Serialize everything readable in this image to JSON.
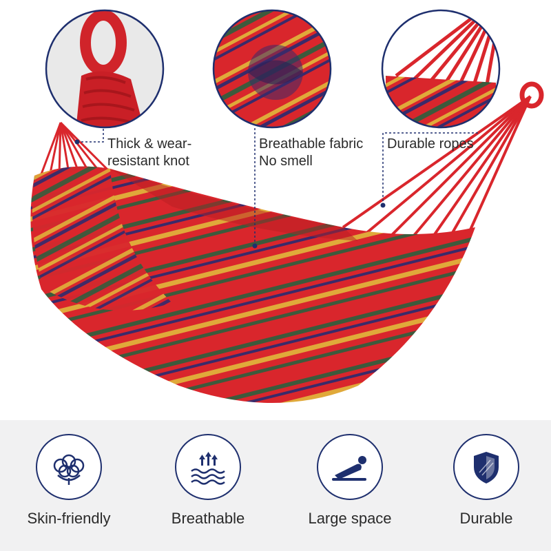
{
  "callouts": {
    "knot": {
      "line1": "Thick & wear-",
      "line2": "resistant knot"
    },
    "fabric": {
      "line1": "Breathable fabric",
      "line2": "No smell"
    },
    "ropes": {
      "line1": "Durable ropes"
    }
  },
  "features": [
    {
      "label": "Skin-friendly",
      "icon": "cotton-icon"
    },
    {
      "label": "Breathable",
      "icon": "breathable-waves-icon"
    },
    {
      "label": "Large space",
      "icon": "person-lying-icon"
    },
    {
      "label": "Durable",
      "icon": "shield-icon"
    }
  ],
  "colors": {
    "accent_navy": "#1e2f6e",
    "fabric_red": "#d9262c",
    "stripe_yellow": "#e0a93a",
    "stripe_green": "#3d5a3c",
    "stripe_purple": "#3a2a6a",
    "panel_bg": "#f1f1f2"
  }
}
